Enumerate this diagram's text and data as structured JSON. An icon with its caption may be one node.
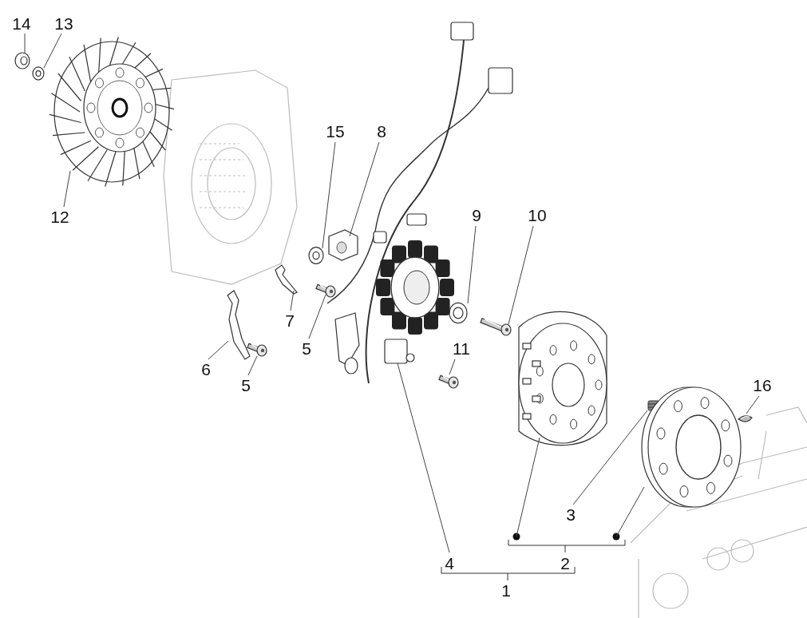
{
  "diagram": {
    "nodes": [
      {
        "text": [
          "14"
        ]
      },
      {
        "text": [],
        "shape": "picture"
      },
      {
        "text": [
          "13"
        ]
      },
      {
        "text": [],
        "shape": "picture"
      },
      {
        "text": [],
        "shape": "picture"
      },
      {
        "text": [
          "12"
        ]
      },
      {
        "text": [
          "15"
        ]
      },
      {
        "text": [],
        "shape": "picture"
      },
      {
        "text": [
          "8"
        ]
      },
      {
        "text": [],
        "shape": "picture"
      },
      {
        "text": [
          "9"
        ]
      },
      {
        "text": [],
        "shape": "picture"
      },
      {
        "text": [
          "10"
        ]
      },
      {
        "text": [],
        "shape": "picture"
      },
      {
        "text": [],
        "shape": "picture"
      },
      {
        "text": [
          "7"
        ]
      },
      {
        "text": [
          "5"
        ]
      },
      {
        "text": [],
        "shape": "picture"
      },
      {
        "text": [],
        "shape": "picture"
      },
      {
        "text": [
          "6"
        ]
      },
      {
        "text": [],
        "shape": "picture"
      },
      {
        "text": [
          "5"
        ]
      },
      {
        "text": [
          "11"
        ]
      },
      {
        "text": [],
        "shape": "picture"
      },
      {
        "text": [],
        "shape": "picture"
      },
      {
        "text": [],
        "shape": "picture"
      },
      {
        "text": [],
        "shape": "picture"
      },
      {
        "text": [],
        "shape": "picture"
      },
      {
        "text": [],
        "shape": "picture"
      },
      {
        "text": [
          "16"
        ]
      },
      {
        "text": [],
        "shape": "circle"
      },
      {
        "text": [
          "3"
        ]
      },
      {
        "text": [],
        "shape": "circle"
      },
      {
        "text": [
          "4"
        ]
      }
    ],
    "edges": [
      {
        "from": 0,
        "to": 1,
        "arrow": "none"
      },
      {
        "from": 2,
        "to": 3,
        "arrow": "none"
      },
      {
        "from": 5,
        "to": 4,
        "arrow": "none"
      },
      {
        "from": 6,
        "to": 7,
        "arrow": "none"
      },
      {
        "from": 8,
        "to": 9,
        "arrow": "none"
      },
      {
        "from": 10,
        "to": 11,
        "arrow": "none"
      },
      {
        "from": 12,
        "to": 13,
        "arrow": "none"
      },
      {
        "from": 15,
        "to": 14,
        "arrow": "none"
      },
      {
        "from": 16,
        "to": 17,
        "arrow": "none"
      },
      {
        "from": 19,
        "to": 18,
        "arrow": "none"
      },
      {
        "from": 21,
        "to": 20,
        "arrow": "none"
      },
      {
        "from": 22,
        "to": 23,
        "arrow": "none"
      },
      {
        "from": 29,
        "to": 28,
        "arrow": "none"
      },
      {
        "from": 30,
        "to": 25,
        "arrow": "none"
      },
      {
        "from": 31,
        "to": 26,
        "arrow": "none"
      },
      {
        "from": 32,
        "to": 27,
        "arrow": "none"
      },
      {
        "from": 33,
        "to": 24,
        "arrow": "none"
      }
    ],
    "labels": [
      "2",
      "1"
    ]
  }
}
